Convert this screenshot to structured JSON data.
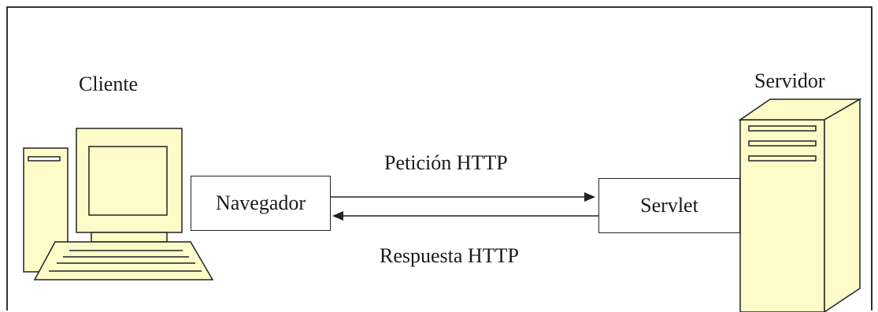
{
  "client_label": "Cliente",
  "server_label": "Servidor",
  "browser_box": "Navegador",
  "servlet_box": "Servlet",
  "request_label": "Petición HTTP",
  "response_label": "Respuesta HTTP",
  "colors": {
    "device_fill": "#fdfbc8",
    "stroke": "#222222"
  }
}
